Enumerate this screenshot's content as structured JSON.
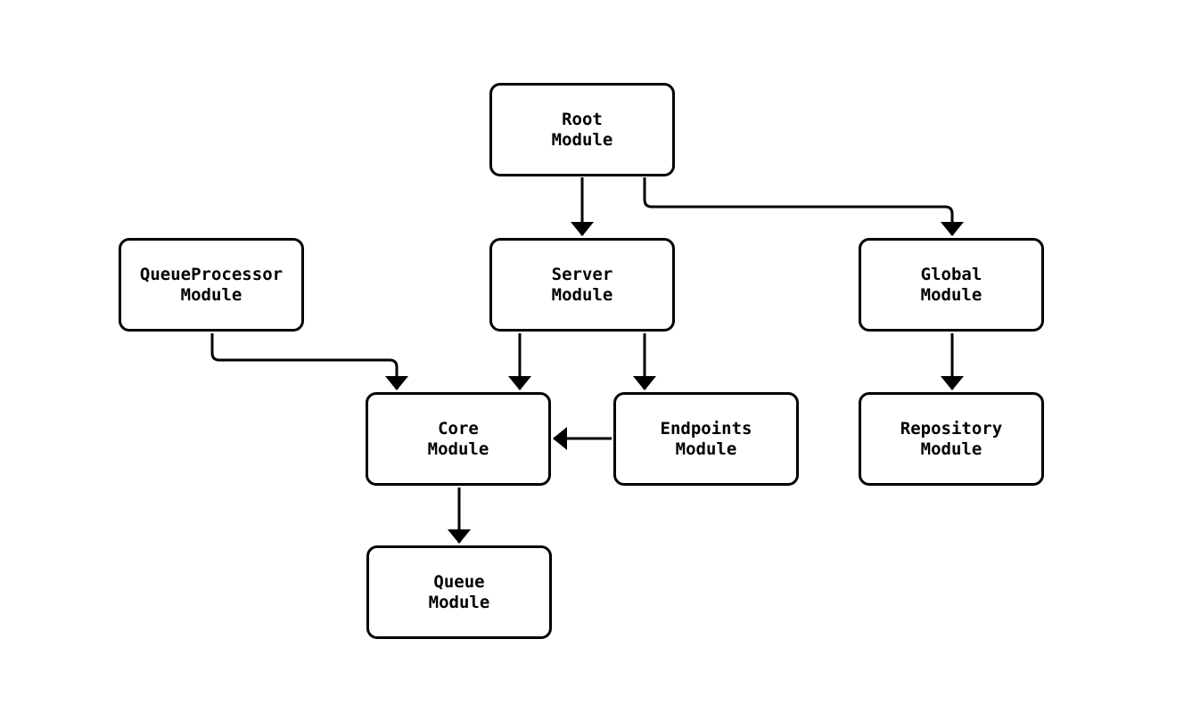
{
  "diagram": {
    "background_color": "#ffffff",
    "stroke_color": "#000000",
    "nodes": [
      {
        "id": "root-module",
        "line1": "Root",
        "line2": "Module"
      },
      {
        "id": "queueprocessor-module",
        "line1": "QueueProcessor",
        "line2": "Module"
      },
      {
        "id": "server-module",
        "line1": "Server",
        "line2": "Module"
      },
      {
        "id": "global-module",
        "line1": "Global",
        "line2": "Module"
      },
      {
        "id": "core-module",
        "line1": "Core",
        "line2": "Module"
      },
      {
        "id": "endpoints-module",
        "line1": "Endpoints",
        "line2": "Module"
      },
      {
        "id": "repository-module",
        "line1": "Repository",
        "line2": "Module"
      },
      {
        "id": "queue-module",
        "line1": "Queue",
        "line2": "Module"
      }
    ],
    "edges": [
      {
        "from": "Root Module",
        "to": "Server Module"
      },
      {
        "from": "Root Module",
        "to": "Global Module"
      },
      {
        "from": "QueueProcessor Module",
        "to": "Core Module"
      },
      {
        "from": "Server Module",
        "to": "Core Module"
      },
      {
        "from": "Server Module",
        "to": "Endpoints Module"
      },
      {
        "from": "Endpoints Module",
        "to": "Core Module"
      },
      {
        "from": "Global Module",
        "to": "Repository Module"
      },
      {
        "from": "Core Module",
        "to": "Queue Module"
      }
    ]
  }
}
